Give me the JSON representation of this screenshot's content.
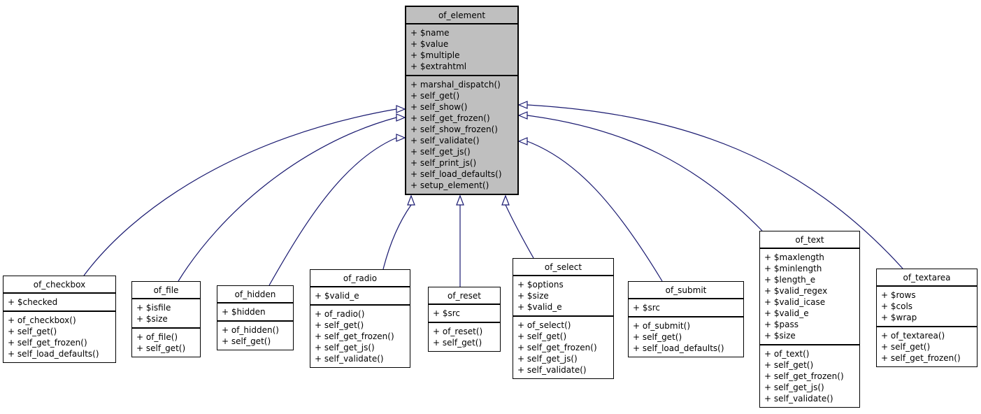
{
  "diagram": {
    "kind": "uml-class-inheritance-diagram",
    "base_class": "of_element"
  },
  "colors": {
    "background": "#ffffff",
    "base_fill": "#bfbfbf",
    "class_fill": "#ffffff",
    "border": "#000000",
    "edge": "#191970",
    "text": "#000000"
  },
  "classes": [
    {
      "id": "of_element",
      "name": "of_element",
      "fields": [
        "+ $name",
        "+ $value",
        "+ $multiple",
        "+ $extrahtml"
      ],
      "methods": [
        "+ marshal_dispatch()",
        "+ self_get()",
        "+ self_show()",
        "+ self_get_frozen()",
        "+ self_show_frozen()",
        "+ self_validate()",
        "+ self_get_js()",
        "+ self_print_js()",
        "+ self_load_defaults()",
        "+ setup_element()"
      ]
    },
    {
      "id": "of_checkbox",
      "name": "of_checkbox",
      "fields": [
        "+ $checked"
      ],
      "methods": [
        "+ of_checkbox()",
        "+ self_get()",
        "+ self_get_frozen()",
        "+ self_load_defaults()"
      ]
    },
    {
      "id": "of_file",
      "name": "of_file",
      "fields": [
        "+ $isfile",
        "+ $size"
      ],
      "methods": [
        "+ of_file()",
        "+ self_get()"
      ]
    },
    {
      "id": "of_hidden",
      "name": "of_hidden",
      "fields": [
        "+ $hidden"
      ],
      "methods": [
        "+ of_hidden()",
        "+ self_get()"
      ]
    },
    {
      "id": "of_radio",
      "name": "of_radio",
      "fields": [
        "+ $valid_e"
      ],
      "methods": [
        "+ of_radio()",
        "+ self_get()",
        "+ self_get_frozen()",
        "+ self_get_js()",
        "+ self_validate()"
      ]
    },
    {
      "id": "of_reset",
      "name": "of_reset",
      "fields": [
        "+ $src"
      ],
      "methods": [
        "+ of_reset()",
        "+ self_get()"
      ]
    },
    {
      "id": "of_select",
      "name": "of_select",
      "fields": [
        "+ $options",
        "+ $size",
        "+ $valid_e"
      ],
      "methods": [
        "+ of_select()",
        "+ self_get()",
        "+ self_get_frozen()",
        "+ self_get_js()",
        "+ self_validate()"
      ]
    },
    {
      "id": "of_submit",
      "name": "of_submit",
      "fields": [
        "+ $src"
      ],
      "methods": [
        "+ of_submit()",
        "+ self_get()",
        "+ self_load_defaults()"
      ]
    },
    {
      "id": "of_text",
      "name": "of_text",
      "fields": [
        "+ $maxlength",
        "+ $minlength",
        "+ $length_e",
        "+ $valid_regex",
        "+ $valid_icase",
        "+ $valid_e",
        "+ $pass",
        "+ $size"
      ],
      "methods": [
        "+ of_text()",
        "+ self_get()",
        "+ self_get_frozen()",
        "+ self_get_js()",
        "+ self_validate()"
      ]
    },
    {
      "id": "of_textarea",
      "name": "of_textarea",
      "fields": [
        "+ $rows",
        "+ $cols",
        "+ $wrap"
      ],
      "methods": [
        "+ of_textarea()",
        "+ self_get()",
        "+ self_get_frozen()"
      ]
    }
  ],
  "relationships": [
    {
      "from": "of_checkbox",
      "to": "of_element",
      "type": "inheritance"
    },
    {
      "from": "of_file",
      "to": "of_element",
      "type": "inheritance"
    },
    {
      "from": "of_hidden",
      "to": "of_element",
      "type": "inheritance"
    },
    {
      "from": "of_radio",
      "to": "of_element",
      "type": "inheritance"
    },
    {
      "from": "of_reset",
      "to": "of_element",
      "type": "inheritance"
    },
    {
      "from": "of_select",
      "to": "of_element",
      "type": "inheritance"
    },
    {
      "from": "of_submit",
      "to": "of_element",
      "type": "inheritance"
    },
    {
      "from": "of_text",
      "to": "of_element",
      "type": "inheritance"
    },
    {
      "from": "of_textarea",
      "to": "of_element",
      "type": "inheritance"
    }
  ]
}
